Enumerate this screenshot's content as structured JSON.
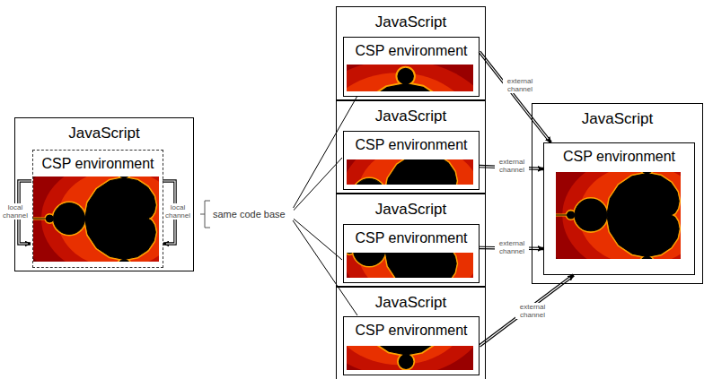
{
  "diagram": {
    "nodes": [
      {
        "text": [
          "JavaScript"
        ]
      },
      {
        "text": [
          "CSP environment"
        ],
        "in": 0
      },
      {
        "text": [
          "JavaScript"
        ]
      },
      {
        "text": [
          "CSP environment"
        ],
        "in": 2
      },
      {
        "text": [
          "JavaScript"
        ]
      },
      {
        "text": [
          "CSP environment"
        ],
        "in": 4
      },
      {
        "text": [
          "JavaScript"
        ]
      },
      {
        "text": [
          "CSP environment"
        ],
        "in": 6
      },
      {
        "text": [
          "JavaScript"
        ]
      },
      {
        "text": [
          "CSP environment"
        ],
        "in": 8
      },
      {
        "text": [
          "JavaScript"
        ]
      },
      {
        "text": [
          "CSP environment"
        ],
        "in": 10
      }
    ],
    "edges": [
      {
        "from": 3,
        "to": 11,
        "arrow": "to",
        "label": "external channel"
      },
      {
        "from": 5,
        "to": 11,
        "arrow": "to",
        "label": "external channel"
      },
      {
        "from": 7,
        "to": 11,
        "arrow": "to",
        "label": "external channel"
      },
      {
        "from": 9,
        "to": 11,
        "arrow": "to",
        "label": "external channel"
      }
    ],
    "labels": [
      "local channel",
      "local channel",
      "same code base"
    ]
  }
}
